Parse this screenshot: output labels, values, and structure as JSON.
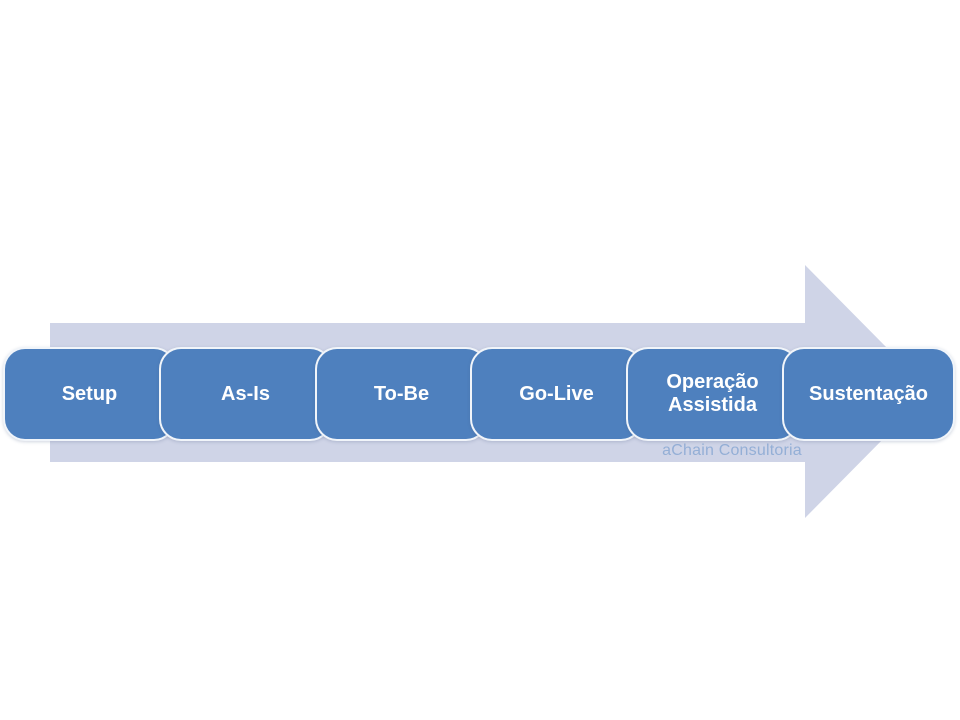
{
  "slide": {
    "background_color": "#FFFFFF"
  },
  "diagram": {
    "type": "right-arrow-process",
    "arrow_color": "#CFD4E7",
    "box_fill_color": "#4E80BE",
    "box_border_color": "#FFFFFF",
    "label_color": "#FFFFFF",
    "steps": [
      {
        "label": "Setup"
      },
      {
        "label": "As-Is"
      },
      {
        "label": "To-Be"
      },
      {
        "label": "Go-Live"
      },
      {
        "label": "Operação Assistida"
      },
      {
        "label": "Sustentação"
      }
    ],
    "watermark": {
      "text": "aChain Consultoria",
      "color": "#94AFD6"
    }
  }
}
